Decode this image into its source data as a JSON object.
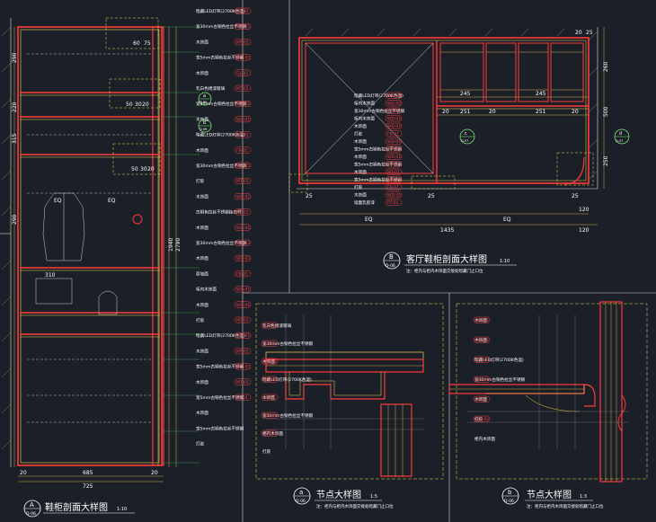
{
  "titles": {
    "a_main": "鞋柜剖面大样图",
    "a_scale": "1:10",
    "a_id": "A",
    "a_sheet": "D-06",
    "b_main": "客厅鞋柜剖面大样图",
    "b_scale": "1:10",
    "b_id": "B",
    "b_sheet": "D-06",
    "na_main": "节点大样图",
    "na_scale": "1:5",
    "na_id": "a",
    "na_sheet": "D-06",
    "na_note": "注：柜内与柜内木饰面交接处暗藏门止口位",
    "nb_main": "节点大样图",
    "nb_scale": "1:3",
    "nb_id": "b",
    "nb_sheet": "D-06",
    "nb_note": "注：柜内与柜内木饰面交接处暗藏门止口位",
    "b_note": "注：柜内与柜内木饰面交接处暗藏门止口位"
  },
  "callouts": [
    {
      "id": "a",
      "sheet": "D-06"
    },
    {
      "id": "b",
      "sheet": "D-06"
    },
    {
      "id": "c",
      "sheet": "D-07"
    },
    {
      "id": "d",
      "sheet": "D-07"
    }
  ],
  "section_a": {
    "labels": [
      "暗藏LED灯带(2700K色温)",
      "宽30mm古铜色拉丝不锈钢",
      "木饰面",
      "宽5mm古铜色拉丝不锈钢",
      "木饰面",
      "乳白色烤漆玻璃",
      "宽30mm古铜色拉丝不锈钢",
      "木饰面",
      "暗藏LED灯带(2700K色温)",
      "木饰面",
      "宽30mm古铜色拉丝不锈钢",
      "打胶",
      "木饰面",
      "古铜色拉丝不锈钢挂衣杆",
      "木饰面",
      "宽30mm古铜色拉丝不锈钢",
      "木饰面",
      "原墙面",
      "柜内木饰面",
      "木饰面",
      "打胶",
      "暗藏LED灯带(2700K色温)",
      "木饰面",
      "宽5mm古铜色拉丝不锈钢",
      "木饰面",
      "宽5mm古铜色拉丝不锈钢",
      "木饰面",
      "宽5mm古铜色拉丝不锈钢",
      "打胶"
    ],
    "tags": [
      "MT-01",
      "WD-01",
      "MT-01",
      "WD-01",
      "GL-01",
      "MT-01",
      "WD-01",
      "WD-01",
      "MT-01",
      "FB-01",
      "WD-01",
      "MT-01",
      "WD-01",
      "MT-01",
      "WD-01",
      "WD-02",
      "WD-01",
      "FB-01",
      "WD-01",
      "WD-01",
      "MT-01",
      "WD-01",
      "MT-01",
      "WD-01",
      "MT-01",
      "FB-01"
    ],
    "dims_top": [
      "60",
      "75"
    ],
    "dims_left": [
      "290",
      "220",
      "315",
      "290",
      "EQ",
      "EQ",
      "310"
    ],
    "dims_v": [
      "1940",
      "2790"
    ],
    "dims_bottom": [
      "20",
      "685",
      "20",
      "725"
    ],
    "dims_mid": [
      "50",
      "30",
      "20",
      "50",
      "30",
      "20"
    ]
  },
  "section_b": {
    "labels": [
      "暗藏LED灯带(2700K色温)",
      "柜内木饰面",
      "宽30mm古铜色拉丝不锈钢",
      "柜内木饰面",
      "木饰面",
      "打胶",
      "木饰面",
      "宽5mm古铜色拉丝不锈钢",
      "木饰面",
      "宽5mm古铜色拉丝不锈钢",
      "木饰面",
      "宽5mm古铜色拉丝不锈钢",
      "打胶",
      "木饰面",
      "墙面乳胶漆"
    ],
    "tags": [
      "WD-02",
      "WD-02",
      "MT-01",
      "WD-01",
      "WD-01",
      "FB-01",
      "WD-01",
      "MT-01",
      "WD-01",
      "MT-01",
      "MT-01",
      "WD-01",
      "FB-01",
      "WD-01",
      "PT-01"
    ],
    "dims_top": [
      "20",
      "25"
    ],
    "dims_inner": [
      "245",
      "245",
      "20",
      "251",
      "20",
      "251",
      "20"
    ],
    "dims_bottom": [
      "25",
      "25",
      "EQ",
      "EQ",
      "25",
      "120",
      "1435",
      "120"
    ],
    "dims_right": [
      "260",
      "500",
      "250"
    ]
  },
  "node_a": {
    "labels": [
      "乳白色烤漆玻璃",
      "宽30mm古铜色拉丝不锈钢",
      "木饰面",
      "暗藏LED灯带(2700K色温)",
      "木饰面",
      "宽30mm古铜色拉丝不锈钢",
      "柜内木饰面",
      "打胶"
    ],
    "tags": [
      "GL-01",
      "MT-01",
      "WD-01",
      "WD-01",
      "MT-01",
      "WD-02",
      "FB-01"
    ]
  },
  "node_b": {
    "labels": [
      "木饰面",
      "木饰面",
      "暗藏LED灯带(2700K色温)",
      "宽30mm古铜色拉丝不锈钢",
      "木饰面",
      "打胶",
      "柜内木饰面"
    ],
    "tags": [
      "WD-01",
      "WD-01",
      "MT-01",
      "WD-01",
      "FB-01",
      "WD-02"
    ]
  }
}
